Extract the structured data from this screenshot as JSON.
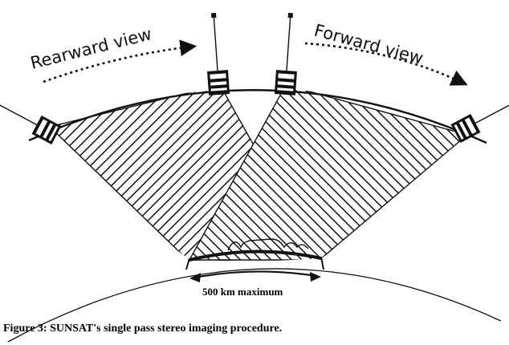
{
  "labels": {
    "rearward": "Rearward view",
    "forward": "Forward view",
    "span": "500 km maximum"
  },
  "caption": "Figure 3:  SUNSAT's single pass stereo imaging procedure.",
  "satellites": [
    {
      "id": "far-left",
      "tilt": -62
    },
    {
      "id": "center-left",
      "tilt": -4
    },
    {
      "id": "center-right",
      "tilt": 4
    },
    {
      "id": "far-right",
      "tilt": 62
    }
  ],
  "colors": {
    "ink": "#111111",
    "background": "#ffffff"
  }
}
